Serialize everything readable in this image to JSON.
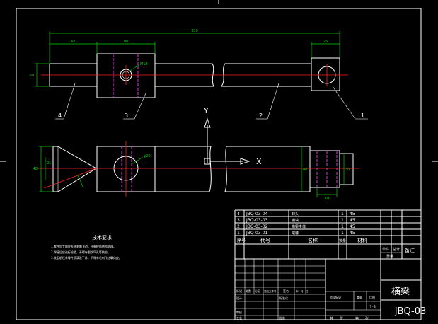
{
  "dimensions": {
    "total_length": "330",
    "left_end_length": "43",
    "block_width": "80",
    "right_end_length": "25",
    "end_height": "30",
    "hole_label": "M18",
    "front_height": "48",
    "bore_label": "φ20",
    "right_block_height": "48",
    "right_stub_height": "30",
    "right_stub_length": "10",
    "wedge_height": "21"
  },
  "callouts": [
    "1",
    "2",
    "3",
    "4"
  ],
  "axes": {
    "y": "Y",
    "x": "X"
  },
  "technical_requirements": {
    "title": "技术要求",
    "lines": [
      "1.零件加工前应去除毛刺飞边，所有棱角倒钝处理。",
      "2.焊接后应进行检验，不得有裂纹气孔等缺陷。",
      "3.装配前所有零件须清洗干净，不得有毛刺飞边氧化皮。"
    ]
  },
  "parts_list": {
    "rows": [
      {
        "no": "4",
        "code": "JBQ-03-04",
        "name": "封头",
        "qty": "1",
        "material": "45"
      },
      {
        "no": "3",
        "code": "JBQ-03-03",
        "name": "横块",
        "qty": "1",
        "material": "45"
      },
      {
        "no": "2",
        "code": "JBQ-03-02",
        "name": "横梁主体",
        "qty": "1",
        "material": "45"
      },
      {
        "no": "1",
        "code": "JBQ-03-01",
        "name": "端套",
        "qty": "1",
        "material": "45"
      }
    ],
    "header": {
      "no": "序号",
      "code": "代号",
      "name": "名称",
      "qty": "数量",
      "material": "材料",
      "unit_weight": "单件",
      "total_weight": "总计",
      "weight": "重量",
      "remark": "备注"
    }
  },
  "title_block": {
    "part_name": "横梁",
    "drawing_no": "JBQ-03",
    "scale": "1:1",
    "mark_labels": "阶段标记",
    "weight_label": "重量",
    "scale_label": "比例",
    "sheet_total": "共",
    "sheet_label": "张",
    "sheet_this": "第",
    "rev_headers": [
      "标记",
      "处数",
      "分区",
      "更改文件号",
      "签名",
      "年、月、日"
    ],
    "designer_label": "设计",
    "standard_label": "标准化",
    "reviewer_label": "审核",
    "process_label": "工艺",
    "approve_label": "批准"
  }
}
